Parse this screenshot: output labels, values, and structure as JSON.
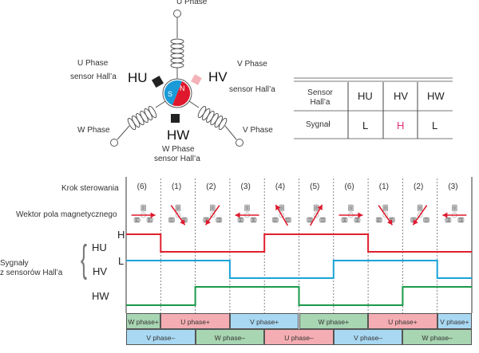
{
  "motor": {
    "u_phase": "U Phase",
    "v_phase_top": "V Phase",
    "v_phase_bottom": "V Phase",
    "w_phase": "W Phase",
    "u_sensor_line1": "U Phase",
    "u_sensor_line2": "sensor Hall’a",
    "v_sensor_line2": "sensor Hall’a",
    "w_sensor_line1": "W Phase",
    "w_sensor_line2": "sensor Hall’a",
    "hu": "HU",
    "hv": "HV",
    "hw": "HW",
    "rotor_s": "S",
    "rotor_n": "N",
    "colors": {
      "south": "#1a9ad6",
      "north": "#e0182d",
      "hv_sensor": "#f4b3b8",
      "sensor": "#222222"
    }
  },
  "state_table": {
    "header_label": "Sensor Hall’a",
    "columns": [
      "HU",
      "HV",
      "HW"
    ],
    "row_label": "Sygnał",
    "values": [
      "L",
      "H",
      "L"
    ],
    "highlight_color": "#e0307a"
  },
  "timing": {
    "step_row_label": "Krok sterowania",
    "vector_row_label": "Wektor pola magnetycznego",
    "steps": [
      "(6)",
      "(1)",
      "(2)",
      "(3)",
      "(4)",
      "(5)",
      "(6)",
      "(1)",
      "(2)",
      "(3)"
    ],
    "vector_angles_deg": [
      0,
      -55,
      -125,
      180,
      120,
      60,
      0,
      -55,
      -125,
      180
    ],
    "level_high": "H",
    "level_low": "L",
    "group_label_line1": "Sygnały",
    "group_label_line2": "z sensorów Hall’a",
    "signals": [
      {
        "name": "HU",
        "color": "#e0202d",
        "levels": [
          1,
          0,
          0,
          0,
          1,
          1,
          1,
          0,
          0,
          0
        ]
      },
      {
        "name": "HV",
        "color": "#1aa3d9",
        "levels": [
          1,
          1,
          1,
          0,
          0,
          0,
          1,
          1,
          1,
          0
        ]
      },
      {
        "name": "HW",
        "color": "#1a9a4a",
        "levels": [
          0,
          0,
          1,
          1,
          1,
          0,
          0,
          0,
          1,
          1
        ]
      }
    ]
  },
  "phase_table": {
    "row1": [
      {
        "label": "W phase+",
        "span": 1,
        "color": "#a8d5b2"
      },
      {
        "label": "U phase+",
        "span": 2,
        "color": "#f4adb2"
      },
      {
        "label": "V phase+",
        "span": 2,
        "color": "#a9d8f2"
      },
      {
        "label": "W phase+",
        "span": 2,
        "color": "#a8d5b2"
      },
      {
        "label": "U phase+",
        "span": 2,
        "color": "#f4adb2"
      },
      {
        "label": "V phase+",
        "span": 1,
        "color": "#a9d8f2"
      }
    ],
    "row2": [
      {
        "label": "V phase–",
        "span": 2,
        "color": "#a9d8f2"
      },
      {
        "label": "W phase–",
        "span": 2,
        "color": "#a8d5b2"
      },
      {
        "label": "U phase–",
        "span": 2,
        "color": "#f4adb2"
      },
      {
        "label": "V phase–",
        "span": 2,
        "color": "#a9d8f2"
      },
      {
        "label": "W phase–",
        "span": 2,
        "color": "#a8d5b2"
      }
    ]
  }
}
